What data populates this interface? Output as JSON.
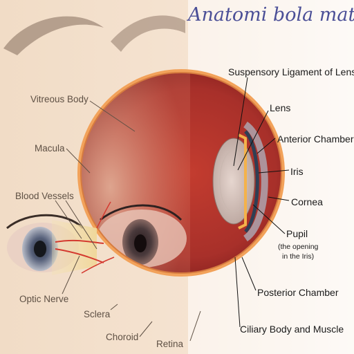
{
  "title": "Anatomi bola mata",
  "labels": {
    "vitreous_body": "Vitreous Body",
    "macula": "Macula",
    "blood_vessels": "Blood Vessels",
    "optic_nerve": "Optic Nerve",
    "sclera": "Sclera",
    "choroid": "Choroid",
    "retina": "Retina",
    "suspensory_ligament": "Suspensory Ligament of Lens",
    "lens": "Lens",
    "anterior_chamber": "Anterior Chamber",
    "iris": "Iris",
    "cornea": "Cornea",
    "pupil": "Pupil",
    "pupil_note_1": "(the opening",
    "pupil_note_2": "in the Iris)",
    "posterior_chamber": "Posterior Chamber",
    "ciliary_body": "Ciliary Body and Muscle"
  },
  "colors": {
    "title": "#4b4f97",
    "sclera_orange": "#f2a25a",
    "interior": "#b0332b",
    "leader_line": "#111111"
  }
}
